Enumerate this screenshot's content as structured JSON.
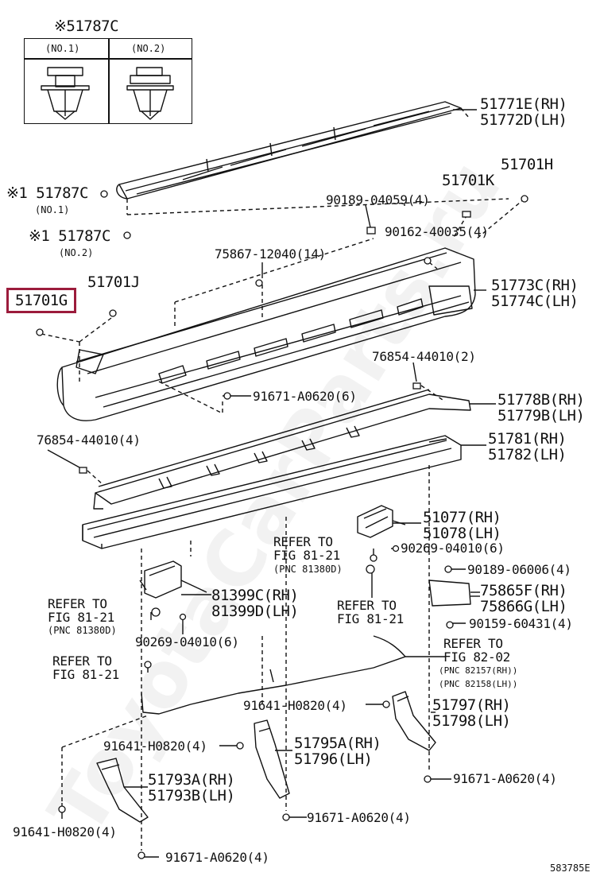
{
  "inset": {
    "title": "※51787C",
    "col1": "(NO.1)",
    "col2": "(NO.2)"
  },
  "watermark": "ToyotaCarParts.ru",
  "figure_id": "583785E",
  "labels": {
    "l01": "51771E(RH)",
    "l02": "51772D(LH)",
    "l03": "51701H",
    "l04": "51701K",
    "l05": "90189-04059(4)",
    "l06": "※1 51787C",
    "l07": "(NO.1)",
    "l08": "90162-40035(4)",
    "l09": "※1 51787C",
    "l10": "(NO.2)",
    "l11": "75867-12040(14)",
    "l12": "51701G",
    "l13": "51701J",
    "l14": "51773C(RH)",
    "l15": "51774C(LH)",
    "l16": "76854-44010(2)",
    "l17": "91671-A0620(6)",
    "l18": "51778B(RH)",
    "l19": "51779B(LH)",
    "l20": "76854-44010(4)",
    "l21": "51781(RH)",
    "l22": "51782(LH)",
    "l23": "51077(RH)",
    "l24": "51078(LH)",
    "l25": "REFER TO",
    "l26": "FIG 81-21",
    "l27": "(PNC 81380D)",
    "l28": "90269-04010(6)",
    "l29": "90189-06006(4)",
    "l30": "81399C(RH)",
    "l31": "81399D(LH)",
    "l32": "75865F(RH)",
    "l33": "75866G(LH)",
    "l34": "REFER TO",
    "l35": "FIG 81-21",
    "l36": "(PNC 81380D)",
    "l37": "REFER TO",
    "l38": "FIG 81-21",
    "l39": "90159-60431(4)",
    "l40": "90269-04010(6)",
    "l41": "REFER TO",
    "l42": "FIG 82-02",
    "l43": "(PNC 82157(RH))",
    "l44": "(PNC 82158(LH))",
    "l45": "REFER TO",
    "l46": "FIG 81-21",
    "l47": "91641-H0820(4)",
    "l48": "51797(RH)",
    "l49": "51798(LH)",
    "l50": "91641-H0820(4)",
    "l51": "51795A(RH)",
    "l52": "51796(LH)",
    "l53": "91671-A0620(4)",
    "l54": "51793A(RH)",
    "l55": "51793B(LH)",
    "l56": "91641-H0820(4)",
    "l57": "91671-A0620(4)",
    "l58": "91671-A0620(4)"
  }
}
